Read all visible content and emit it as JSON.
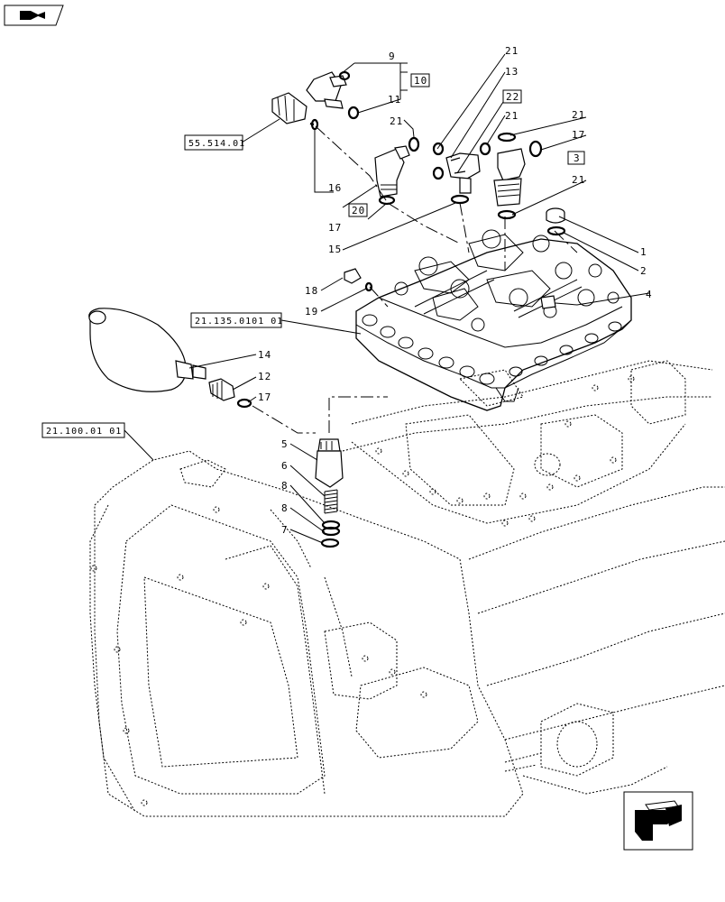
{
  "callouts": {
    "c1": "1",
    "c2": "2",
    "c3": "3",
    "c4": "4",
    "c5": "5",
    "c6": "6",
    "c7": "7",
    "c8a": "8",
    "c8b": "8",
    "c9": "9",
    "c10": "10",
    "c11": "11",
    "c12": "12",
    "c13": "13",
    "c14": "14",
    "c15": "15",
    "c16": "16",
    "c17a": "17",
    "c17b": "17",
    "c17c": "17",
    "c18": "18",
    "c19": "19",
    "c20": "20",
    "c21a": "21",
    "c21b": "21",
    "c21c": "21",
    "c21d": "21",
    "c21e": "21",
    "c22": "22"
  },
  "references": {
    "ref_55": "55.514.01",
    "ref_21_135": "21.135.0101 01",
    "ref_21_100": "21.100.01 01"
  },
  "icons": {
    "top_left": "book-pointer-icon",
    "bottom_right": "view-direction-arrow-icon"
  }
}
